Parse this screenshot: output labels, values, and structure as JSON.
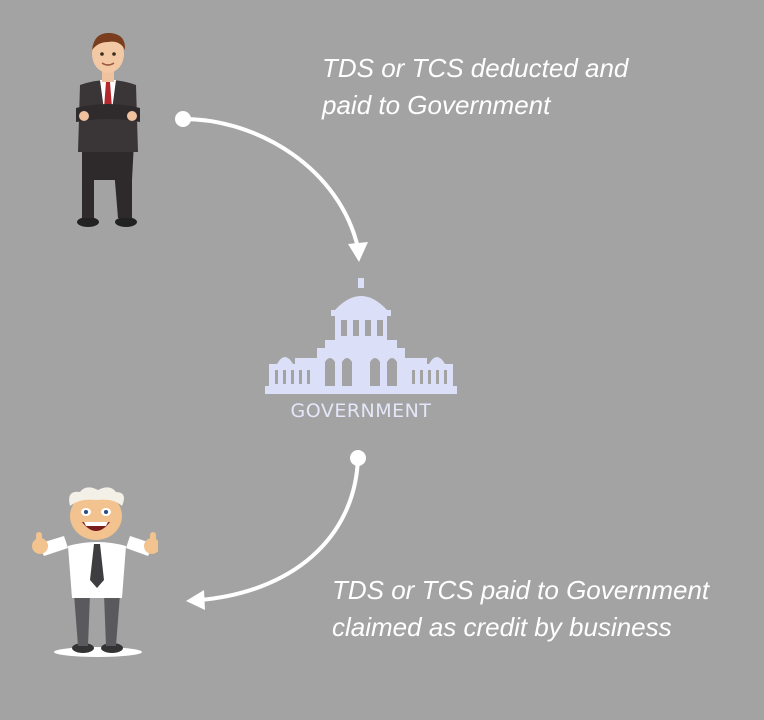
{
  "captions": {
    "deducted_line1": "TDS or TCS deducted and",
    "deducted_line2": "paid to Government",
    "claimed_line1": "TDS or TCS paid to Government",
    "claimed_line2": "claimed as credit by business"
  },
  "government": {
    "label": "GOVERNMENT",
    "icon": "government-building-icon"
  },
  "icons": {
    "top_figure": "businessman-icon",
    "bottom_figure": "happy-businessman-icon",
    "arrows": "curved-arrow-icon"
  },
  "colors": {
    "background": "#a3a3a3",
    "text": "#ffffff",
    "building": "#dcdff8",
    "arrow": "#ffffff"
  }
}
